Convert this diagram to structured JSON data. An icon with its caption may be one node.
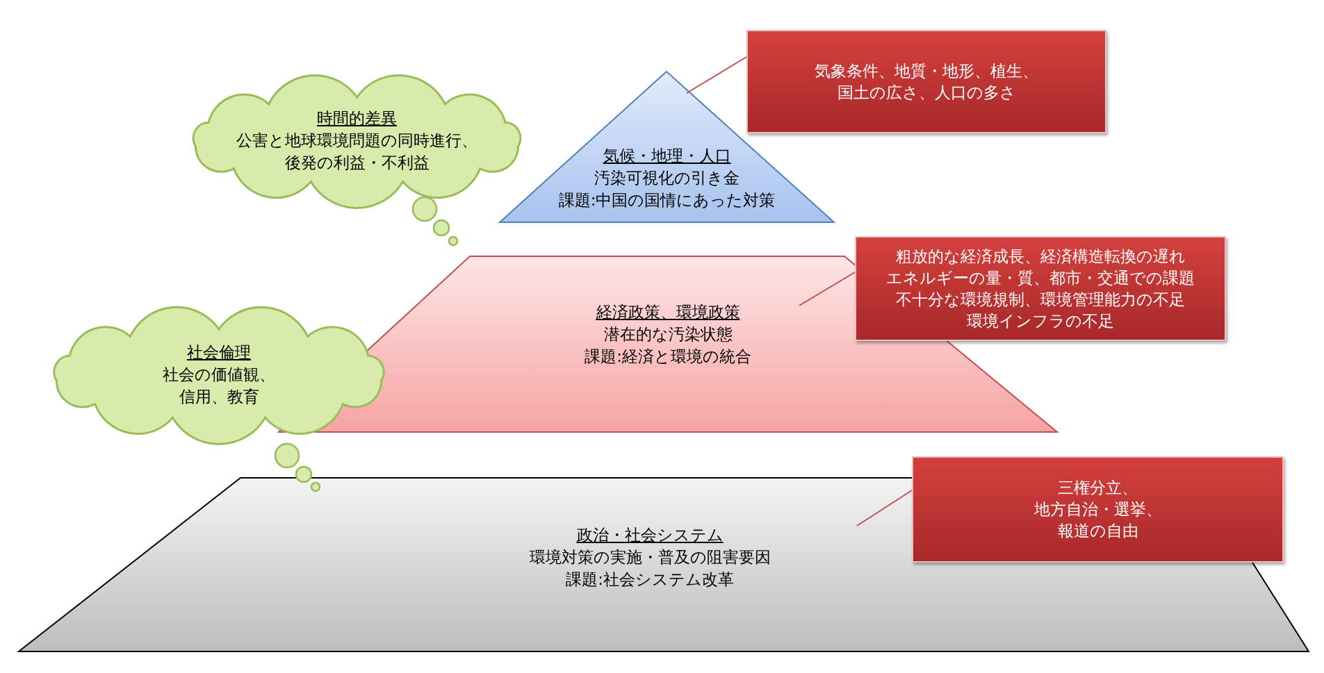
{
  "diagram": {
    "nodes": [
      {
        "text": [
          "気候・地理・人口",
          "汚染可視化の引き金",
          "課題:中国の国情にあった対策"
        ]
      },
      {
        "text": [
          "経済政策、環境政策",
          "潜在的な汚染状態",
          "課題:経済と環境の統合"
        ]
      },
      {
        "text": [
          "政治・社会システム",
          "環境対策の実施・普及の阻害要因",
          "課題:社会システム改革"
        ]
      },
      {
        "text": [
          "気象条件、地質・地形、植生、国土の広さ、人口の多さ"
        ]
      },
      {
        "text": [
          "粗放的な経済成長、経済構造転換の遅れ",
          "エネルギーの量・質、都市・交通での課題",
          "不十分な環境規制、環境管理能力の不足",
          "環境インフラの不足"
        ]
      },
      {
        "text": [
          "三権分立、地方自治・選挙、報道の自由"
        ]
      },
      {
        "text": [
          "時間的差異",
          "公害と地球環境問題の同時進行、後発の利益・不利益"
        ]
      },
      {
        "text": [
          "社会倫理",
          "社会の価値観、信用、教育"
        ]
      }
    ],
    "edges": [
      {
        "from": 3,
        "to": 0,
        "arrow": "none"
      },
      {
        "from": 4,
        "to": 1,
        "arrow": "none"
      },
      {
        "from": 5,
        "to": 2,
        "arrow": "none"
      }
    ]
  }
}
